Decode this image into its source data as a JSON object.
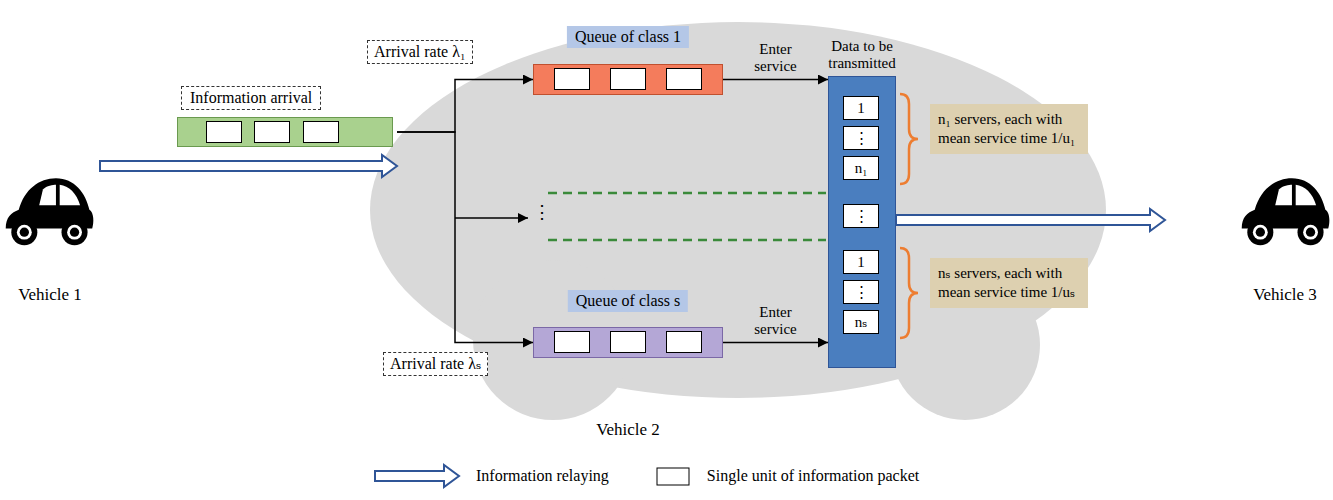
{
  "diagram": {
    "nodes": [
      {
        "text": [
          "Vehicle 1"
        ]
      },
      {
        "text": [
          "Information arrival"
        ]
      },
      {
        "text": [
          "Arrival rate λ₁"
        ]
      },
      {
        "text": [
          "Arrival rate λₛ"
        ]
      },
      {
        "text": [
          "Vehicle 2"
        ]
      },
      {
        "text": [
          "Queue of class 1"
        ],
        "in": 4
      },
      {
        "text": [
          "Queue of class s"
        ],
        "in": 4
      },
      {
        "text": [
          "Data to be transmitted"
        ],
        "in": 4
      },
      {
        "text": [
          "1"
        ],
        "in": 7
      },
      {
        "text": [
          "⋮"
        ],
        "in": 7
      },
      {
        "text": [
          "n₁"
        ],
        "in": 7
      },
      {
        "text": [
          "⋮"
        ],
        "in": 7
      },
      {
        "text": [
          "1"
        ],
        "in": 7
      },
      {
        "text": [
          "⋮"
        ],
        "in": 7
      },
      {
        "text": [
          "nₛ"
        ],
        "in": 7
      },
      {
        "text": [
          "n₁ servers, each with mean service time 1/u₁"
        ]
      },
      {
        "text": [
          "nₛ servers, each with mean service time 1/uₛ"
        ]
      },
      {
        "text": [
          "Vehicle 3"
        ]
      }
    ],
    "edges": [
      {
        "from": 0,
        "to": 1,
        "arrow": "to"
      },
      {
        "from": 1,
        "to": 5,
        "arrow": "to"
      },
      {
        "from": 1,
        "to": 6,
        "arrow": "to"
      },
      {
        "from": 5,
        "to": 7,
        "label": "Enter service",
        "arrow": "to"
      },
      {
        "from": 6,
        "to": 7,
        "label": "Enter service",
        "arrow": "to"
      },
      {
        "from": 7,
        "to": 17,
        "arrow": "to"
      }
    ],
    "labels": [
      "⋮"
    ],
    "legend": [
      {
        "text": "Information relaying"
      },
      {
        "text": "Single unit of information packet"
      }
    ]
  }
}
